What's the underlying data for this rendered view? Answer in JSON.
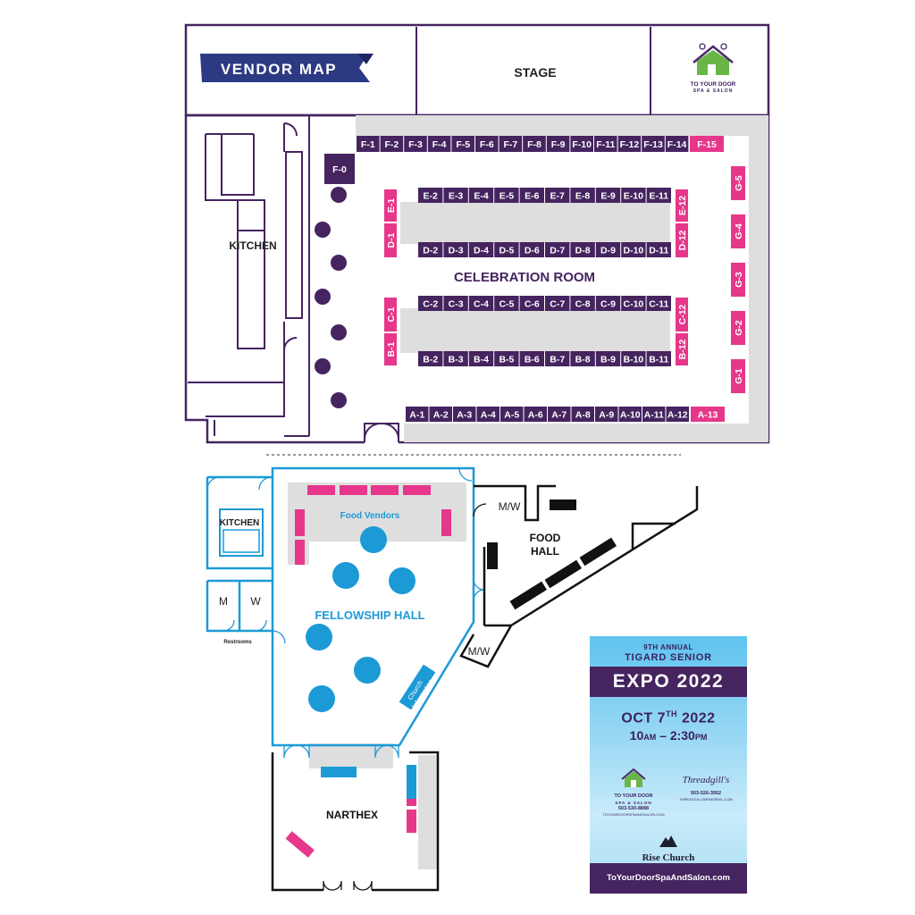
{
  "header": {
    "banner_label": "VENDOR MAP",
    "stage_label": "STAGE",
    "sponsor_logo": {
      "line1": "TO YOUR DOOR",
      "line2": "SPA & SALON",
      "icon": "house-icon"
    }
  },
  "celebration_room": {
    "title": "CELEBRATION ROOM",
    "kitchen_label": "KITCHEN",
    "booth_f0": "F-0",
    "row_f": [
      "F-1",
      "F-2",
      "F-3",
      "F-4",
      "F-5",
      "F-6",
      "F-7",
      "F-8",
      "F-9",
      "F-10",
      "F-11",
      "F-12",
      "F-13",
      "F-14"
    ],
    "booth_f15": "F-15",
    "row_e_top": [
      "E-2",
      "E-3",
      "E-4",
      "E-5",
      "E-6",
      "E-7",
      "E-8",
      "E-9",
      "E-10",
      "E-11"
    ],
    "row_d": [
      "D-2",
      "D-3",
      "D-4",
      "D-5",
      "D-6",
      "D-7",
      "D-8",
      "D-9",
      "D-10",
      "D-11"
    ],
    "row_c_top": [
      "C-2",
      "C-3",
      "C-4",
      "C-5",
      "C-6",
      "C-7",
      "C-8",
      "C-9",
      "C-10",
      "C-11"
    ],
    "row_b": [
      "B-2",
      "B-3",
      "B-4",
      "B-5",
      "B-6",
      "B-7",
      "B-8",
      "B-9",
      "B-10",
      "B-11"
    ],
    "row_a": [
      "A-1",
      "A-2",
      "A-3",
      "A-4",
      "A-5",
      "A-6",
      "A-7",
      "A-8",
      "A-9",
      "A-10",
      "A-11",
      "A-12"
    ],
    "booth_a13": "A-13",
    "left_ends": {
      "top_pair": [
        "E-1",
        "D-1"
      ],
      "bottom_pair": [
        "C-1",
        "B-1"
      ]
    },
    "right_ends": {
      "top_pair": [
        "E-12",
        "D-12"
      ],
      "bottom_pair": [
        "C-12",
        "B-12"
      ]
    },
    "row_g": [
      "G-5",
      "G-4",
      "G-3",
      "G-2",
      "G-1"
    ]
  },
  "lower_level": {
    "kitchen_label": "KITCHEN",
    "restroom_m": "M",
    "restroom_w": "W",
    "restrooms_label": "Restrooms",
    "food_vendors_label": "Food Vendors",
    "fellowship_hall_label": "FELLOWSHIP HALL",
    "church_info_line1": "Church",
    "church_info_line2": "Information",
    "mw_top": "M/W",
    "mw_bottom": "M/W",
    "food_hall_line1": "FOOD",
    "food_hall_line2": "HALL",
    "narthex_label": "NARTHEX"
  },
  "poster": {
    "annual": "9TH ANNUAL",
    "subtitle": "TIGARD SENIOR",
    "title": "EXPO 2022",
    "date_main": "OCT 7",
    "date_sup": "TH",
    "date_year": " 2022",
    "time_start": "10",
    "time_start_ampm": "AM",
    "time_sep": " – ",
    "time_end": "2:30",
    "time_end_ampm": "PM",
    "logo1_line1": "TO YOUR DOOR",
    "logo1_line2": "SPA & SALON",
    "logo1_phone": "503-530-8888",
    "logo1_web": "TOYOURDOORSPAANDSALON.COM",
    "logo2_name": "Threadgill's",
    "logo2_phone": "503-526-3952",
    "logo2_web": "THREADGILLSMEMORIAL.COM",
    "church_name": "Rise Church",
    "footer_url": "ToYourDoorSpaAndSalon.com"
  },
  "colors": {
    "purple": "#45245f",
    "pink": "#e6378a",
    "blue": "#1c9ad6",
    "gray": "#dedede",
    "black": "#111111"
  }
}
